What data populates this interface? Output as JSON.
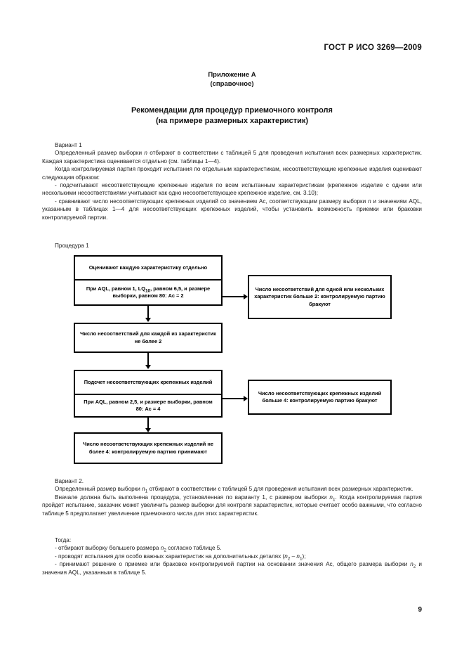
{
  "header": {
    "standard_number": "ГОСТ Р ИСО 3269—2009"
  },
  "appendix": {
    "label": "Приложение А",
    "kind": "(справочное)"
  },
  "title": {
    "line1": "Рекомендации для процедур приемочного контроля",
    "line2": "(на примере размерных характеристик)"
  },
  "variant1": {
    "heading": "Вариант 1",
    "para1_a": "Определенный размер выборки ",
    "para1_var": "n",
    "para1_b": "  отбирают в соответствии с таблицей 5 для проведения испытания всех размерных характеристик. Каждая характеристика оценивается отдельно (см. таблицы 1—4).",
    "para2": "Когда контролируемая партия проходит испытания по отдельным характеристикам, несоответствующие крепежные изделия оценивают следующим образом:",
    "bullet1": "- подсчитывают несоответствующие крепежные изделия по всем испытанным характеристикам (крепежное изделие с одним или несколькими несоответствиями учитывают как одно несоответствующее крепежное изделие, см. 3.10);",
    "bullet2_a": "- сравнивают число несоответствующих крепежных изделий со значением Ас, соответствующим размеру выборки ",
    "bullet2_var": "n",
    "bullet2_b": " и значениям AQL, указанным в таблицах 1—4 для несоответствующих крепежных изделий, чтобы установить возможность приемки или браковки контролируемой партии."
  },
  "procedure": {
    "label": "Процедура 1"
  },
  "flowchart": {
    "type": "flowchart",
    "box1_top": "Оценивают каждую характеристику отдельно",
    "box1_bottom_a": "При AQL, равном 1, LQ",
    "box1_bottom_sub": "10",
    "box1_bottom_b": ", равном 6,5, и размере выборки, равном 80: Ас = 2",
    "box2": "Число несоответствий для одной или нескольких характеристик больше 2: контролируемую партию бракуют",
    "box3": "Число несоответствий для каждой из характеристик не более 2",
    "box4_top": "Подсчет несоответствующих крепежных изделий",
    "box4_bottom": "При AQL, равном 2,5, и размере выборки, равном 80: Ас = 4",
    "box5": "Число несоответствующих крепежных изделий больше 4: контролируемую партию бракуют",
    "box6": "Число несоответствующих крепежных изделий не более 4: контролируемую партию принимают"
  },
  "variant2": {
    "heading": "Вариант 2.",
    "para1_a": "Определенный размер выборки ",
    "para1_var": "n",
    "para1_sub": "1",
    "para1_b": " отбирают в соответствии с таблицей 5 для проведения испытания всех размерных характеристик.",
    "para2_a": "Вначале должна быть выполнена процедура, установленная по варианту 1, с размером выборки ",
    "para2_var": "n",
    "para2_sub": "1",
    "para2_b": ". Когда контролируемая партия пройдет испытание, заказчик может увеличить размер выборки для контроля характеристик, которые считает особо важными, что согласно таблице 5 предполагает увеличение приемочного числа для этих характеристик.",
    "then_label": "Тогда:",
    "bullet1_a": "- отбирают выборку большего размера ",
    "bullet1_var": "n",
    "bullet1_sub": "2",
    "bullet1_b": " согласно таблице 5.",
    "bullet2_a": "- проводят испытания для особо важных характеристик на дополнительных деталях (",
    "bullet2_var1": "n",
    "bullet2_sub1": "2",
    "bullet2_mid": " – ",
    "bullet2_var2": "n",
    "bullet2_sub2": "1",
    "bullet2_b": ");",
    "bullet3_a": "- принимают решение о приемке или браковке контролируемой партии на основании значения Ас, общего размера выборки ",
    "bullet3_var": "n",
    "bullet3_sub": "2",
    "bullet3_b": " и значения AQL, указанным в таблице 5."
  },
  "footer": {
    "page_number": "9"
  }
}
